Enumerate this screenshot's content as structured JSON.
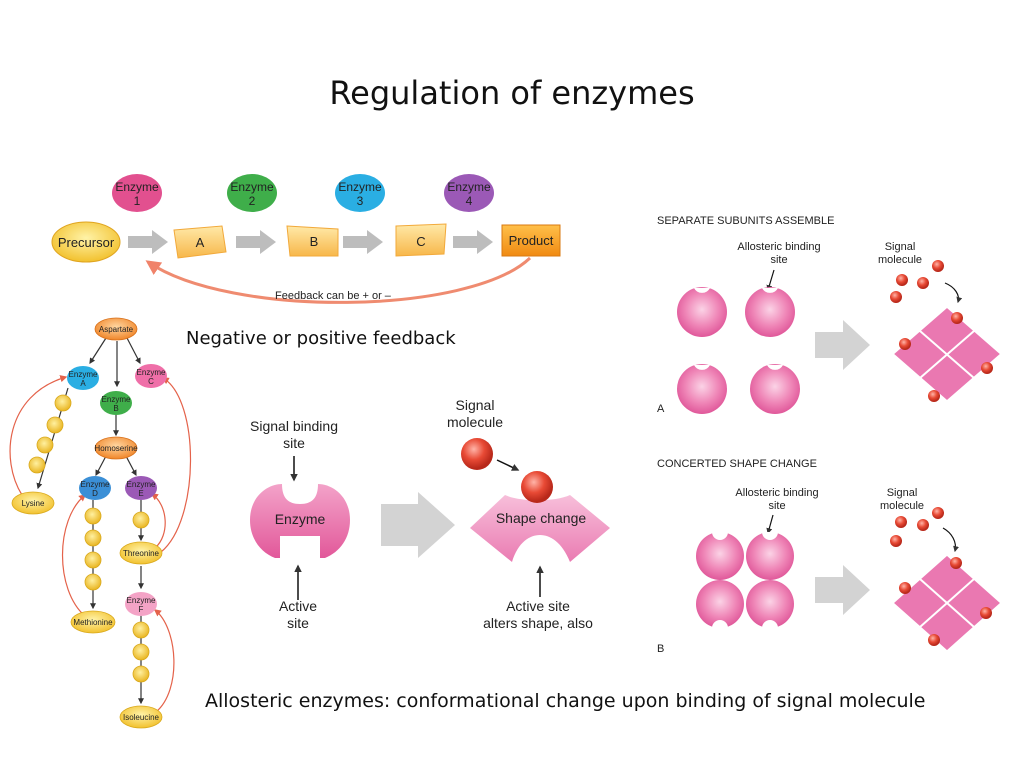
{
  "title": "Regulation of enzymes",
  "captions": {
    "feedback": "Negative or positive feedback",
    "allosteric": "Allosteric enzymes: conformational change upon binding of signal molecule"
  },
  "pathway": {
    "enzymes": [
      {
        "line1": "Enzyme",
        "line2": "1",
        "color": "#e2508f"
      },
      {
        "line1": "Enzyme",
        "line2": "2",
        "color": "#3fae4a"
      },
      {
        "line1": "Enzyme",
        "line2": "3",
        "color": "#2aaee3"
      },
      {
        "line1": "Enzyme",
        "line2": "4",
        "color": "#9b59b6"
      }
    ],
    "nodes": {
      "precursor": "Precursor",
      "a": "A",
      "b": "B",
      "c": "C",
      "product": "Product"
    },
    "feedback_note": "Feedback can be + or –"
  },
  "amino": {
    "aspartate": "Aspartate",
    "enzyme_a": [
      "Enzyme",
      "A"
    ],
    "enzyme_b": [
      "Enzyme",
      "B"
    ],
    "enzyme_c": [
      "Enzyme",
      "C"
    ],
    "homoserine": "Homoserine",
    "enzyme_d": [
      "Enzyme",
      "D"
    ],
    "enzyme_e": [
      "Enzyme",
      "E"
    ],
    "enzyme_f": [
      "Enzyme",
      "F"
    ],
    "lysine": "Lysine",
    "threonine": "Threonine",
    "methionine": "Methionine",
    "isoleucine": "Isoleucine"
  },
  "shape": {
    "signal_binding_site": [
      "Signal binding",
      "site"
    ],
    "enzyme": "Enzyme",
    "active_site": [
      "Active",
      "site"
    ],
    "signal_molecule": [
      "Signal",
      "molecule"
    ],
    "shape_change": "Shape change",
    "active_site_alters": [
      "Active site",
      "alters shape, also"
    ]
  },
  "panels": {
    "a": {
      "heading": "SEPARATE SUBUNITS ASSEMBLE",
      "binding": [
        "Allosteric binding",
        "site"
      ],
      "signal": [
        "Signal",
        "molecule"
      ],
      "letter": "A"
    },
    "b": {
      "heading": "CONCERTED SHAPE CHANGE",
      "binding": [
        "Allosteric binding",
        "site"
      ],
      "signal": [
        "Signal",
        "molecule"
      ],
      "letter": "B"
    }
  }
}
